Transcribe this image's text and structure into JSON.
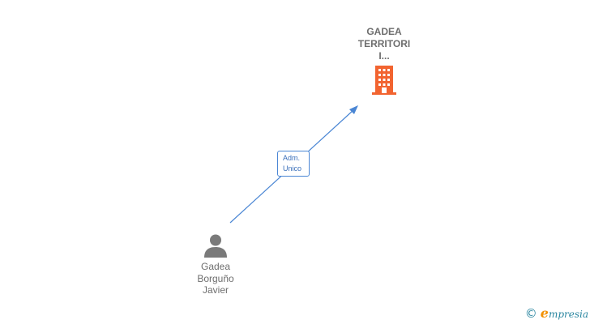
{
  "company": {
    "name_lines": [
      "GADEA",
      "TERRITORI",
      "I..."
    ],
    "icon": "building-icon",
    "color": "#f26430"
  },
  "person": {
    "name_lines": [
      "Gadea",
      "Borguño",
      "Javier"
    ],
    "icon": "person-icon",
    "color": "#7a7a7a"
  },
  "relation": {
    "label_lines": [
      "Adm.",
      "Unico"
    ],
    "color": "#4a86d4"
  },
  "brand": {
    "copyright_symbol": "©",
    "logo_initial": "e",
    "logo_rest": "mpresia",
    "icon": "copyright-icon"
  }
}
